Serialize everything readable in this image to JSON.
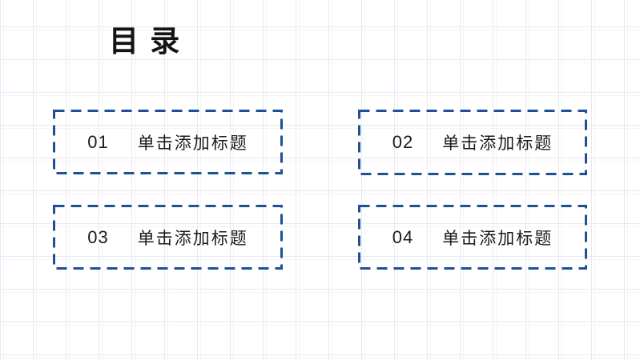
{
  "slide": {
    "title": "目 录",
    "accent_color": "#1f4f96",
    "background": {
      "style": "graph-paper-grid",
      "grid_line_color": "#e7e8f2",
      "base_color": "#ffffff"
    },
    "toc_items": [
      {
        "number": "01",
        "label": "单击添加标题"
      },
      {
        "number": "02",
        "label": "单击添加标题"
      },
      {
        "number": "03",
        "label": "单击添加标题"
      },
      {
        "number": "04",
        "label": "单击添加标题"
      }
    ]
  }
}
